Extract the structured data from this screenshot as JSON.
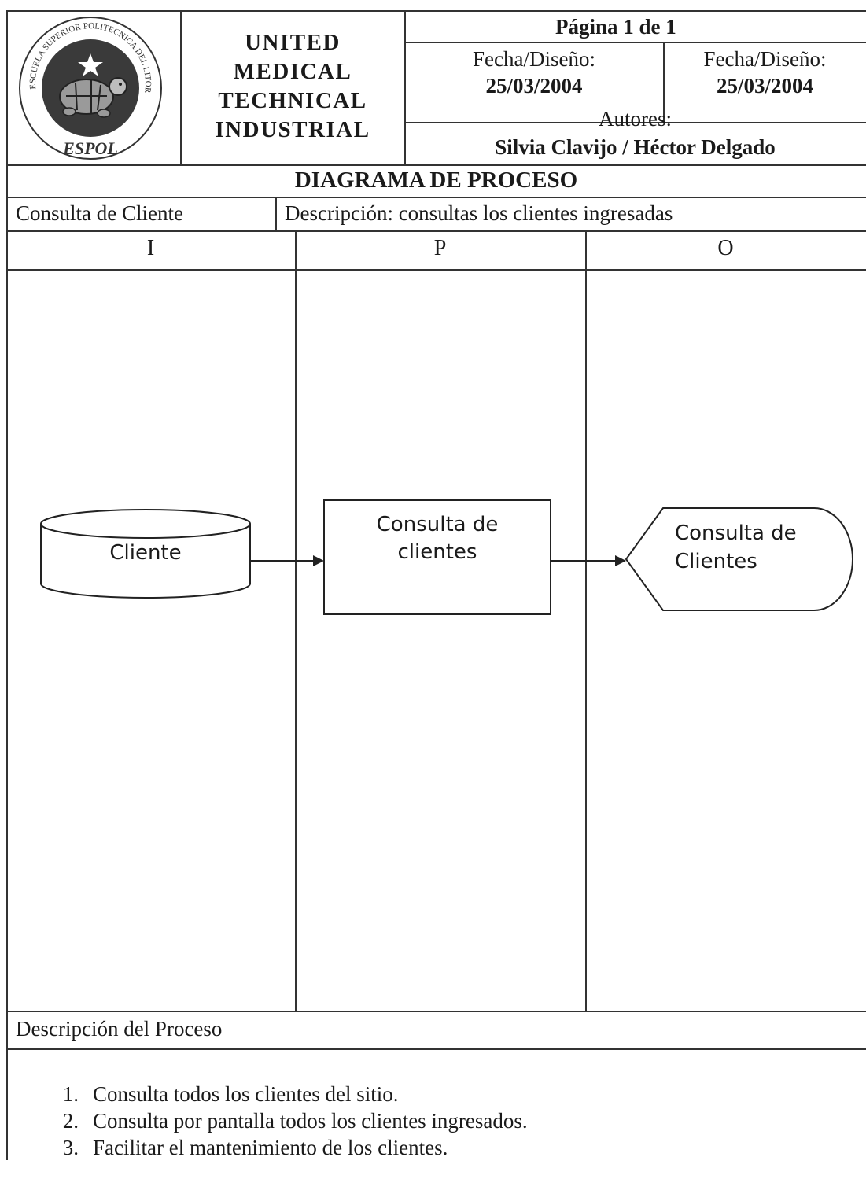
{
  "header": {
    "logo": {
      "arc_text": "ESCUELA SUPERIOR POLITECNICA DEL LITORAL",
      "name": "ESPOL",
      "icon": "turtle-seal-icon"
    },
    "company_lines": [
      "UNITED",
      "MEDICAL",
      "TECHNICAL",
      "INDUSTRIAL"
    ],
    "page_label": "Página 1 de 1",
    "design_date_label_1": "Fecha/Diseño:",
    "design_date_value_1": "25/03/2004",
    "design_date_label_2": "Fecha/Diseño:",
    "design_date_value_2": "25/03/2004",
    "authors_label": "Autores:",
    "authors_value": "Silvia Clavijo / Héctor Delgado"
  },
  "document_title": "DIAGRAMA DE PROCESO",
  "process": {
    "name": "Consulta  de Cliente",
    "description": "Descripción: consultas los clientes ingresadas"
  },
  "columns": [
    "I",
    "P",
    "O"
  ],
  "diagram": {
    "input_label": "Cliente",
    "process_label_line1": "Consulta de",
    "process_label_line2": "clientes",
    "output_label_line1": "Consulta de",
    "output_label_line2": "Clientes"
  },
  "process_description": {
    "heading": "Descripción del Proceso",
    "items": [
      {
        "num": "1.",
        "text": "Consulta todos los clientes del sitio."
      },
      {
        "num": "2.",
        "text": "Consulta por pantalla todos los clientes ingresados."
      },
      {
        "num": "3.",
        "text": "Facilitar el mantenimiento de los clientes."
      }
    ]
  }
}
